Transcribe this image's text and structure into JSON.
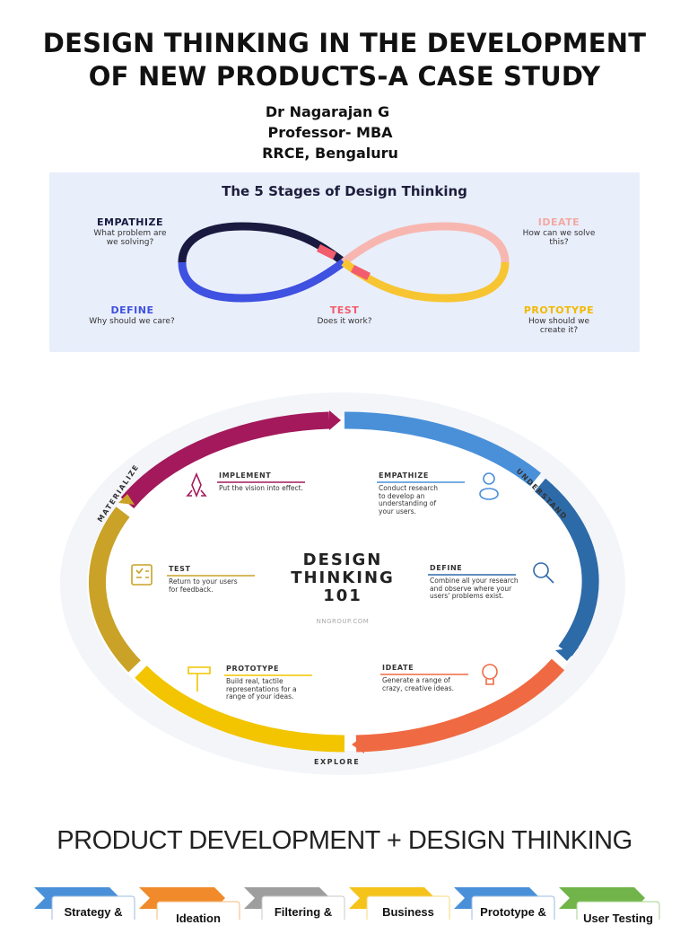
{
  "header": {
    "title_line1": "DESIGN THINKING IN THE DEVELOPMENT",
    "title_line2": "OF NEW PRODUCTS-A CASE STUDY",
    "author_name": "Dr Nagarajan G",
    "author_role": "Professor- MBA",
    "author_affiliation": "RRCE, Bengaluru"
  },
  "infinity_figure": {
    "title": "The 5 Stages of Design Thinking",
    "stages": [
      {
        "name": "EMPATHIZE",
        "desc1": "What problem are",
        "desc2": "we solving?",
        "color": "#1a1a40"
      },
      {
        "name": "IDEATE",
        "desc1": "How can we solve",
        "desc2": "this?",
        "color": "#f7b7b0"
      },
      {
        "name": "DEFINE",
        "desc1": "Why should we care?",
        "desc2": "",
        "color": "#3f51e0"
      },
      {
        "name": "TEST",
        "desc1": "Does it work?",
        "desc2": "",
        "color": "#f25c6c"
      },
      {
        "name": "PROTOTYPE",
        "desc1": "How should we",
        "desc2": "create it?",
        "color": "#f7c531"
      }
    ]
  },
  "nng_figure": {
    "center_line1": "DESIGN",
    "center_line2": "THINKING",
    "center_line3": "101",
    "source": "NNGROUP.COM",
    "arc_labels": {
      "understand": "UNDERSTAND",
      "explore": "EXPLORE",
      "materialize": "MATERIALIZE"
    },
    "cards": {
      "implement": {
        "title": "IMPLEMENT",
        "lines": [
          "Put the vision into effect."
        ],
        "color": "#a3195b"
      },
      "empathize": {
        "title": "EMPATHIZE",
        "lines": [
          "Conduct research",
          "to develop an",
          "understanding of",
          "your users."
        ],
        "color": "#4a90d9"
      },
      "test": {
        "title": "TEST",
        "lines": [
          "Return to your users",
          "for feedback."
        ],
        "color": "#c9a227"
      },
      "define": {
        "title": "DEFINE",
        "lines": [
          "Combine all your research",
          "and observe where your",
          "users' problems exist."
        ],
        "color": "#2d6aa8"
      },
      "prototype": {
        "title": "PROTOTYPE",
        "lines": [
          "Build real, tactile",
          "representations for a",
          "range of your ideas."
        ],
        "color": "#f2c500"
      },
      "ideate": {
        "title": "IDEATE",
        "lines": [
          "Generate a range of",
          "crazy, creative ideas."
        ],
        "color": "#ef6a42"
      }
    }
  },
  "product_dev": {
    "title": "PRODUCT DEVELOPMENT + DESIGN THINKING",
    "steps": [
      {
        "line1": "Strategy &",
        "color": "#4a90d9"
      },
      {
        "line1": "Ideation",
        "color": "#f08a2a"
      },
      {
        "line1": "Filtering &",
        "color": "#9e9e9e"
      },
      {
        "line1": "Business",
        "color": "#f5c31a"
      },
      {
        "line1": "Prototype &",
        "color": "#4a90d9"
      },
      {
        "line1": "User Testing",
        "color": "#70b44a"
      }
    ]
  }
}
